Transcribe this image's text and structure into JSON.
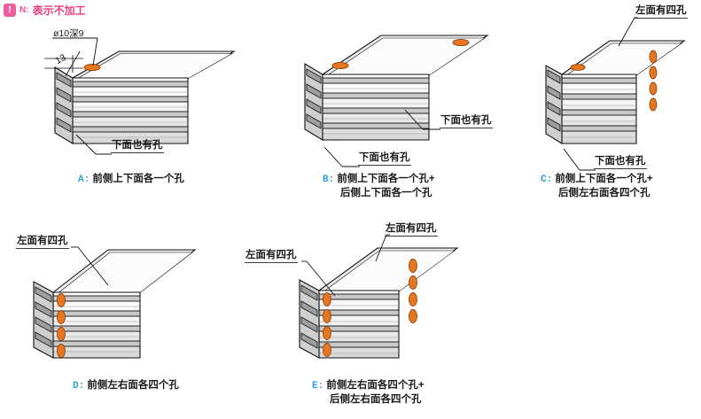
{
  "note": {
    "badge_icon": "exclamation-badge-icon",
    "badge_glyph": "!",
    "key": "N:",
    "text": "表示不加工",
    "color": "#ee3d7f"
  },
  "dimensions": {
    "hole_spec": "ø10深9",
    "edge_offset": "13"
  },
  "colors": {
    "hole_fill": "#e8761f",
    "hole_stroke": "#8a4612",
    "body_light": "#f2f2f2",
    "body_mid": "#dcdcdc",
    "body_dark": "#b5b5b5",
    "outline": "#111111",
    "caption_key": "#2f9ee0"
  },
  "figures": [
    {
      "id": "A",
      "key": "A:",
      "caption_line1": "前侧上下面各一个孔",
      "caption_line2": "",
      "callouts": [
        "下面也有孔"
      ],
      "holes_front_face": 1,
      "holes_front_bottom": 1,
      "holes_back_face": 0,
      "holes_left_end": 0,
      "holes_right_end": 0,
      "slot_count": 4
    },
    {
      "id": "B",
      "key": "B:",
      "caption_line1": "前侧上下面各一个孔+",
      "caption_line2": "后侧上下面各一个孔",
      "callouts": [
        "下面也有孔",
        "下面也有孔"
      ],
      "holes_front_face": 1,
      "holes_front_bottom": 1,
      "holes_back_face": 1,
      "holes_left_end": 0,
      "holes_right_end": 0,
      "slot_count": 4
    },
    {
      "id": "C",
      "key": "C:",
      "caption_line1": "前侧上下面各一个孔+",
      "caption_line2": "后侧左右面各四个孔",
      "callouts": [
        "下面也有孔",
        "左面有四孔"
      ],
      "holes_front_face": 1,
      "holes_front_bottom": 1,
      "holes_back_face": 0,
      "holes_left_end": 0,
      "holes_right_end": 4,
      "slot_count": 4
    },
    {
      "id": "D",
      "key": "D:",
      "caption_line1": "前侧左右面各四个孔",
      "caption_line2": "",
      "callouts": [
        "左面有四孔"
      ],
      "holes_front_face": 0,
      "holes_front_bottom": 0,
      "holes_back_face": 0,
      "holes_left_end": 4,
      "holes_right_end": 0,
      "slot_count": 4
    },
    {
      "id": "E",
      "key": "E:",
      "caption_line1": "前侧左右面各四个孔+",
      "caption_line2": "后侧左右面各四个孔",
      "callouts": [
        "左面有四孔",
        "左面有四孔"
      ],
      "holes_front_face": 0,
      "holes_front_bottom": 0,
      "holes_back_face": 0,
      "holes_left_end": 4,
      "holes_right_end": 4,
      "slot_count": 4
    }
  ]
}
